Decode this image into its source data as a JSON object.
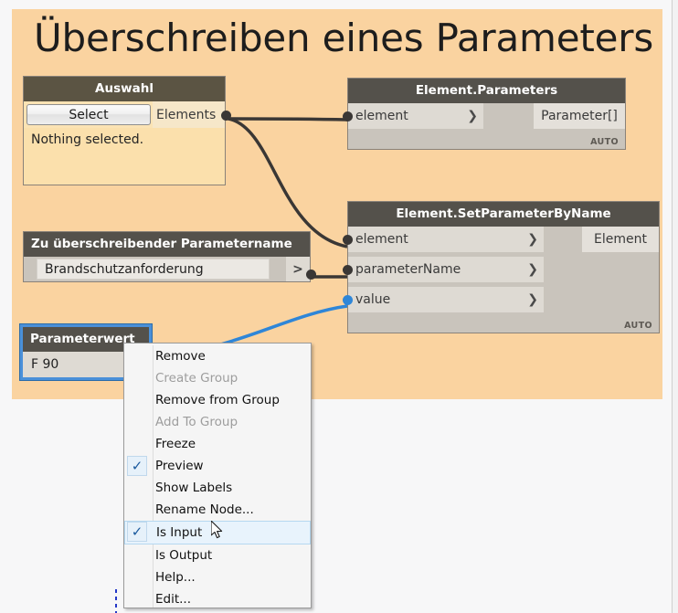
{
  "group": {
    "title": "Überschreiben eines Parameters",
    "fill_color": "#fad3a0"
  },
  "nodes": {
    "auswahl": {
      "title": "Auswahl",
      "button_label": "Select",
      "output_port": "Elements",
      "message": "Nothing selected."
    },
    "element_parameters": {
      "title": "Element.Parameters",
      "inputs": [
        {
          "label": "element",
          "chevron": "❯"
        }
      ],
      "outputs": [
        {
          "label": "Parameter[]"
        }
      ],
      "execution_mode": "AUTO"
    },
    "set_parameter_by_name": {
      "title": "Element.SetParameterByName",
      "inputs": [
        {
          "label": "element",
          "chevron": "❯"
        },
        {
          "label": "parameterName",
          "chevron": "❯"
        },
        {
          "label": "value",
          "chevron": "❯"
        }
      ],
      "outputs": [
        {
          "label": "Element"
        }
      ],
      "execution_mode": "AUTO"
    },
    "parameter_name": {
      "title": "Zu überschreibender Parametername",
      "value": "Brandschutzanforderung",
      "output_port": ">"
    },
    "parameter_value": {
      "title": "Parameterwert",
      "value": "F 90",
      "selected": true,
      "selection_color": "#4a90d9"
    }
  },
  "context_menu": {
    "items": [
      {
        "label": "Remove",
        "checked": false,
        "disabled": false,
        "highlighted": false
      },
      {
        "label": "Create Group",
        "checked": false,
        "disabled": true,
        "highlighted": false
      },
      {
        "label": "Remove from Group",
        "checked": false,
        "disabled": false,
        "highlighted": false
      },
      {
        "label": "Add To Group",
        "checked": false,
        "disabled": true,
        "highlighted": false
      },
      {
        "label": "Freeze",
        "checked": false,
        "disabled": false,
        "highlighted": false
      },
      {
        "label": "Preview",
        "checked": true,
        "disabled": false,
        "highlighted": false
      },
      {
        "label": "Show Labels",
        "checked": false,
        "disabled": false,
        "highlighted": false
      },
      {
        "label": "Rename Node...",
        "checked": false,
        "disabled": false,
        "highlighted": false
      },
      {
        "label": "Is Input",
        "checked": true,
        "disabled": false,
        "highlighted": true
      },
      {
        "label": "Is Output",
        "checked": false,
        "disabled": false,
        "highlighted": false
      },
      {
        "label": "Help...",
        "checked": false,
        "disabled": false,
        "highlighted": false
      },
      {
        "label": "Edit...",
        "checked": false,
        "disabled": false,
        "highlighted": false
      }
    ],
    "check_glyph": "✓"
  },
  "wires": {
    "default_color": "#3a3735",
    "active_color": "#2e86d8"
  }
}
